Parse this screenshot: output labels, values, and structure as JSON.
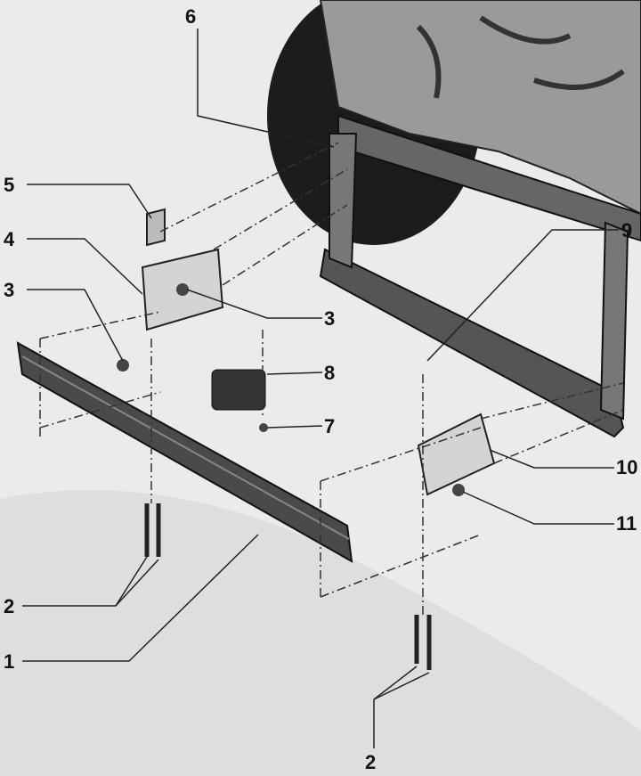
{
  "diagram": {
    "callouts": [
      {
        "id": "c6",
        "label": "6"
      },
      {
        "id": "c5",
        "label": "5"
      },
      {
        "id": "c4",
        "label": "4"
      },
      {
        "id": "c3a",
        "label": "3"
      },
      {
        "id": "c3b",
        "label": "3"
      },
      {
        "id": "c9",
        "label": "9"
      },
      {
        "id": "c8",
        "label": "8"
      },
      {
        "id": "c7",
        "label": "7"
      },
      {
        "id": "c10",
        "label": "10"
      },
      {
        "id": "c11",
        "label": "11"
      },
      {
        "id": "c2a",
        "label": "2"
      },
      {
        "id": "c1",
        "label": "1"
      },
      {
        "id": "c2b",
        "label": "2"
      }
    ]
  }
}
